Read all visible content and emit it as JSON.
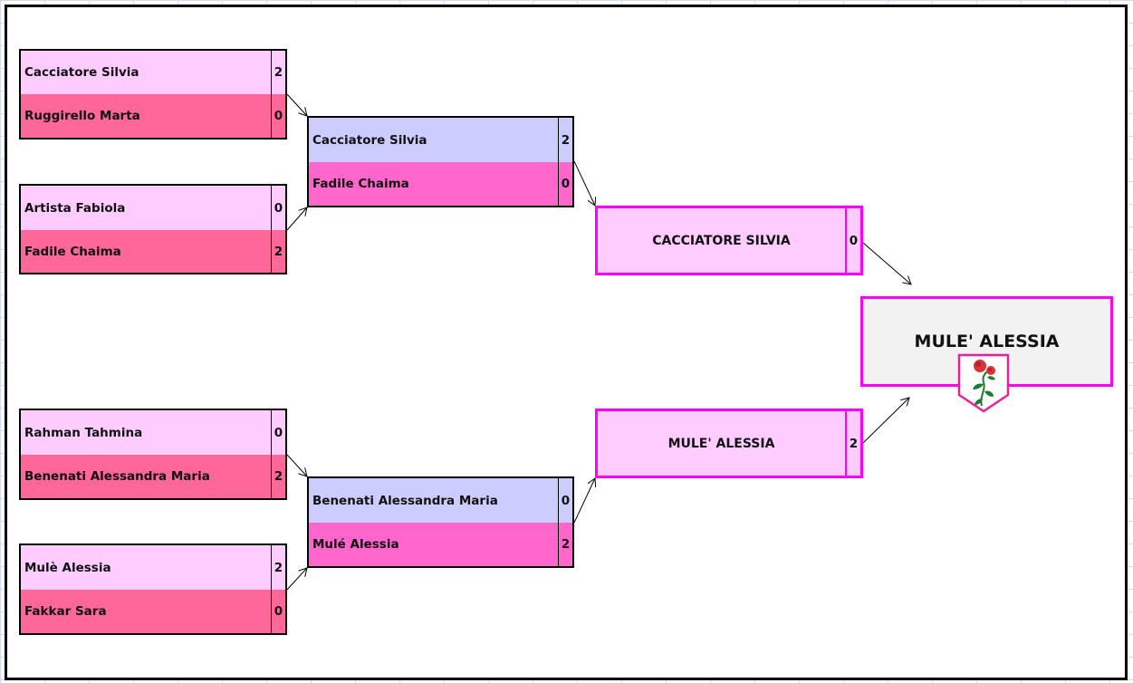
{
  "bracket": {
    "round1": [
      {
        "top": {
          "name": "Cacciatore Silvia",
          "score": "2"
        },
        "bottom": {
          "name": "Ruggirello Marta",
          "score": "0"
        }
      },
      {
        "top": {
          "name": "Artista Fabiola",
          "score": "0"
        },
        "bottom": {
          "name": "Fadile Chaima",
          "score": "2"
        }
      },
      {
        "top": {
          "name": "Rahman Tahmina",
          "score": "0"
        },
        "bottom": {
          "name": "Benenati Alessandra Maria",
          "score": "2"
        }
      },
      {
        "top": {
          "name": "Mulè Alessia",
          "score": "2"
        },
        "bottom": {
          "name": "Fakkar Sara",
          "score": "0"
        }
      }
    ],
    "round2": [
      {
        "top": {
          "name": "Cacciatore Silvia",
          "score": "2"
        },
        "bottom": {
          "name": "Fadile Chaima",
          "score": "0"
        }
      },
      {
        "top": {
          "name": "Benenati Alessandra Maria",
          "score": "0"
        },
        "bottom": {
          "name": "Mulé Alessia",
          "score": "2"
        }
      }
    ],
    "finalists": [
      {
        "name": "CACCIATORE SILVIA",
        "score": "0"
      },
      {
        "name": "MULE' ALESSIA",
        "score": "2"
      }
    ],
    "champion": {
      "name": "MULE' ALESSIA",
      "emblem": "rose-shield-icon"
    }
  },
  "colors": {
    "round1_top": "#ffccff",
    "round1_bottom": "#ff6699",
    "round2_top": "#ccccff",
    "round2_bottom": "#ff66cc",
    "final_border": "#ff00ff",
    "champion_bg": "#f2f2f2"
  }
}
